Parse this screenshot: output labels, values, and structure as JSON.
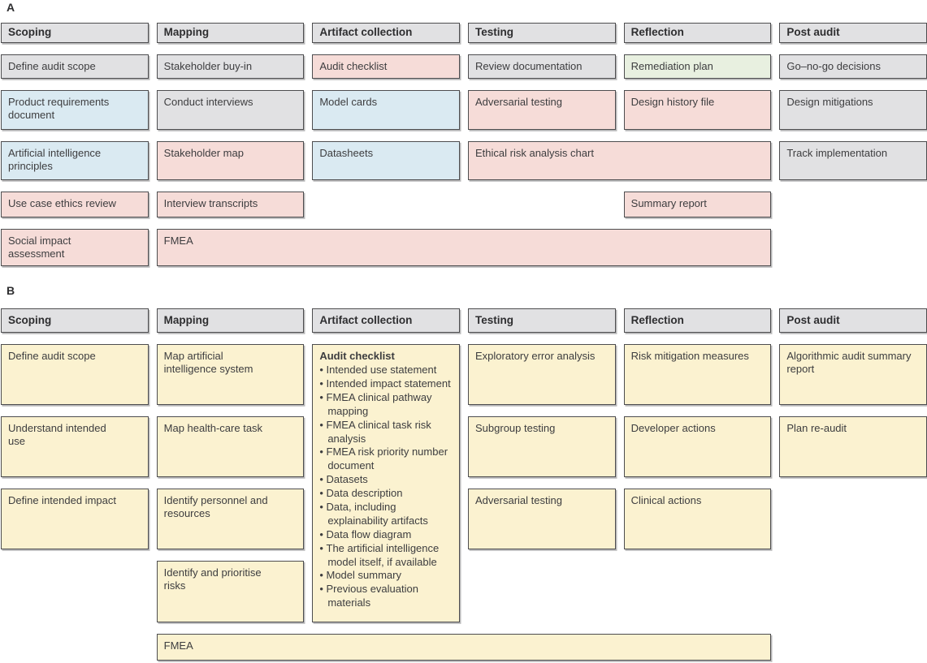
{
  "colors": {
    "gray": "#e1e1e3",
    "blue": "#daeaf2",
    "pink": "#f6dcd8",
    "green": "#e8f0e0",
    "yellow": "#fbf2d0",
    "border": "#4d4d4f"
  },
  "panels": [
    {
      "label": "A",
      "headers": [
        "Scoping",
        "Mapping",
        "Artifact collection",
        "Testing",
        "Reflection",
        "Post audit"
      ],
      "boxes": [
        {
          "text": "Define audit scope",
          "color": "gray",
          "col": 1,
          "row": 1
        },
        {
          "text": "Stakeholder buy-in",
          "color": "gray",
          "col": 2,
          "row": 1
        },
        {
          "text": "Audit checklist",
          "color": "pink",
          "col": 3,
          "row": 1
        },
        {
          "text": "Review documentation",
          "color": "gray",
          "col": 4,
          "row": 1
        },
        {
          "text": "Remediation plan",
          "color": "green",
          "col": 5,
          "row": 1
        },
        {
          "text": "Go–no-go decisions",
          "color": "gray",
          "col": 6,
          "row": 1
        },
        {
          "text": "Product requirements\ndocument",
          "color": "blue",
          "col": 1,
          "row": 2
        },
        {
          "text": "Conduct interviews",
          "color": "gray",
          "col": 2,
          "row": 2
        },
        {
          "text": "Model cards",
          "color": "blue",
          "col": 3,
          "row": 2
        },
        {
          "text": "Adversarial testing",
          "color": "pink",
          "col": 4,
          "row": 2
        },
        {
          "text": "Design history file",
          "color": "pink",
          "col": 5,
          "row": 2
        },
        {
          "text": "Design mitigations",
          "color": "gray",
          "col": 6,
          "row": 2
        },
        {
          "text": "Artificial intelligence\nprinciples",
          "color": "blue",
          "col": 1,
          "row": 3
        },
        {
          "text": "Stakeholder map",
          "color": "pink",
          "col": 2,
          "row": 3
        },
        {
          "text": "Datasheets",
          "color": "blue",
          "col": 3,
          "row": 3
        },
        {
          "text": "Ethical risk analysis chart",
          "color": "pink",
          "col": 4,
          "row": 3,
          "colspan": 2
        },
        {
          "text": "Track implementation",
          "color": "gray",
          "col": 6,
          "row": 3
        },
        {
          "text": "Use case ethics review",
          "color": "pink",
          "col": 1,
          "row": 4
        },
        {
          "text": "Interview transcripts",
          "color": "pink",
          "col": 2,
          "row": 4
        },
        {
          "text": "Summary report",
          "color": "pink",
          "col": 5,
          "row": 4
        },
        {
          "text": "Social impact\nassessment",
          "color": "pink",
          "col": 1,
          "row": 5
        },
        {
          "text": "FMEA",
          "color": "pink",
          "col": 2,
          "row": 5,
          "colspan": 4
        }
      ]
    },
    {
      "label": "B",
      "headers": [
        "Scoping",
        "Mapping",
        "Artifact collection",
        "Testing",
        "Reflection",
        "Post audit"
      ],
      "boxes": [
        {
          "text": "Define audit scope",
          "color": "yellow",
          "col": 1,
          "row": 1
        },
        {
          "text": "Map artificial\nintelligence system",
          "color": "yellow",
          "col": 2,
          "row": 1
        },
        {
          "text": "Exploratory error analysis",
          "color": "yellow",
          "col": 4,
          "row": 1
        },
        {
          "text": "Risk mitigation measures",
          "color": "yellow",
          "col": 5,
          "row": 1
        },
        {
          "text": "Algorithmic audit summary\nreport",
          "color": "yellow",
          "col": 6,
          "row": 1
        },
        {
          "text": "Understand intended\nuse",
          "color": "yellow",
          "col": 1,
          "row": 2
        },
        {
          "text": "Map health-care task",
          "color": "yellow",
          "col": 2,
          "row": 2
        },
        {
          "text": "Subgroup testing",
          "color": "yellow",
          "col": 4,
          "row": 2
        },
        {
          "text": "Developer actions",
          "color": "yellow",
          "col": 5,
          "row": 2
        },
        {
          "text": "Plan re-audit",
          "color": "yellow",
          "col": 6,
          "row": 2
        },
        {
          "text": "Define intended impact",
          "color": "yellow",
          "col": 1,
          "row": 3
        },
        {
          "text": "Identify personnel and\nresources",
          "color": "yellow",
          "col": 2,
          "row": 3
        },
        {
          "text": "Adversarial testing",
          "color": "yellow",
          "col": 4,
          "row": 3
        },
        {
          "text": "Clinical actions",
          "color": "yellow",
          "col": 5,
          "row": 3
        },
        {
          "text": "Identify and prioritise\nrisks",
          "color": "yellow",
          "col": 2,
          "row": 4
        },
        {
          "text": "FMEA",
          "color": "yellow",
          "col": 2,
          "row": 5,
          "colspan": 4
        }
      ],
      "checklist": {
        "title": "Audit checklist",
        "color": "yellow",
        "col": 3,
        "row": 1,
        "rowspan": 4,
        "items": [
          "Intended use statement",
          "Intended impact statement",
          "FMEA clinical pathway mapping",
          "FMEA clinical task risk analysis",
          "FMEA risk priority number document",
          "Datasets",
          "Data description",
          "Data, including explainability artifacts",
          "Data flow diagram",
          "The artificial intelligence model itself, if available",
          "Model summary",
          "Previous evaluation materials"
        ]
      }
    }
  ]
}
